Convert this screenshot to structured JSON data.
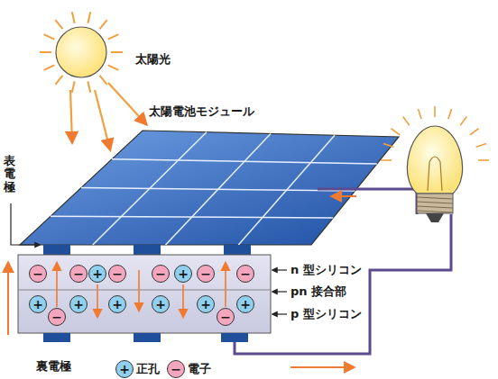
{
  "diagram": {
    "nodes": [
      {
        "text": [
          "−"
        ]
      },
      {
        "text": [
          "−"
        ]
      },
      {
        "text": [
          "+"
        ]
      },
      {
        "text": [
          "−"
        ]
      },
      {
        "text": [
          "−"
        ]
      },
      {
        "text": [
          "+"
        ]
      },
      {
        "text": [
          "−"
        ]
      },
      {
        "text": [
          "−"
        ]
      },
      {
        "text": [
          "+"
        ]
      },
      {
        "text": [
          "−"
        ]
      },
      {
        "text": [
          "+"
        ]
      },
      {
        "text": [
          "+"
        ]
      },
      {
        "text": [
          "+"
        ]
      },
      {
        "text": [
          "+"
        ]
      },
      {
        "text": [
          "−"
        ]
      },
      {
        "text": [
          "+"
        ]
      }
    ],
    "labels": [
      "太陽光",
      "太陽電池モジュール",
      "表電極",
      "n 型シリコン",
      "pn 接合部",
      "p 型シリコン",
      "裏電極",
      "+",
      "−"
    ],
    "legend": [
      {
        "text": "正孔",
        "color": "#8fd0ee"
      },
      {
        "text": "電子",
        "color": "#f4a6bf"
      }
    ]
  }
}
